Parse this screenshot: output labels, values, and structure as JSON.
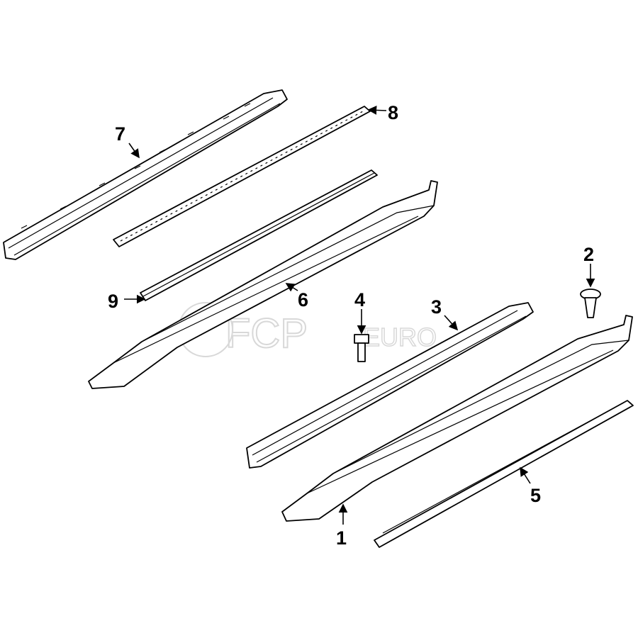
{
  "diagram": {
    "callouts": [
      "1",
      "2",
      "3",
      "4",
      "5",
      "6",
      "7",
      "8",
      "9"
    ],
    "watermark": {
      "brand": "FCP",
      "suffix": "EURO"
    }
  }
}
